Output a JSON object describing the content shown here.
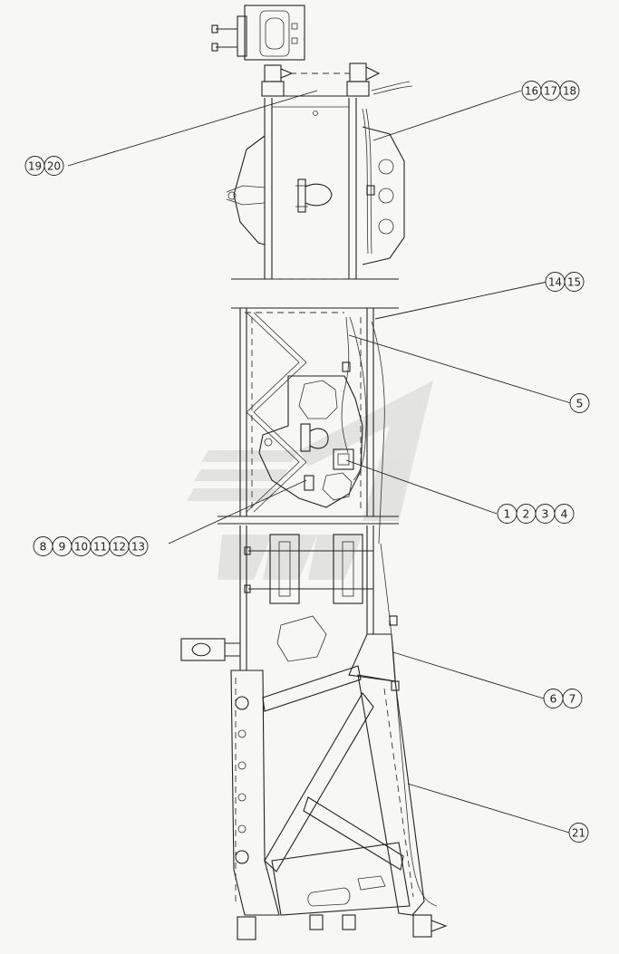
{
  "callouts": [
    {
      "id": "c1",
      "numbers": [
        "16",
        "17",
        "18"
      ]
    },
    {
      "id": "c2",
      "numbers": [
        "19",
        "20"
      ]
    },
    {
      "id": "c3",
      "numbers": [
        "14",
        "15"
      ]
    },
    {
      "id": "c4",
      "numbers": [
        "5"
      ]
    },
    {
      "id": "c5",
      "numbers": [
        "1",
        "2",
        "3",
        "4"
      ]
    },
    {
      "id": "c6",
      "numbers": [
        "8",
        "9",
        "10",
        "11",
        "12",
        "13"
      ]
    },
    {
      "id": "c7",
      "numbers": [
        "6",
        "7"
      ]
    },
    {
      "id": "c8",
      "numbers": [
        "21"
      ]
    }
  ],
  "colors": {
    "ink": "#222222",
    "paper": "#f7f7f5",
    "watermark": "#c9c9c9"
  },
  "watermark": {
    "icon": "stylized-arrow-logo"
  }
}
